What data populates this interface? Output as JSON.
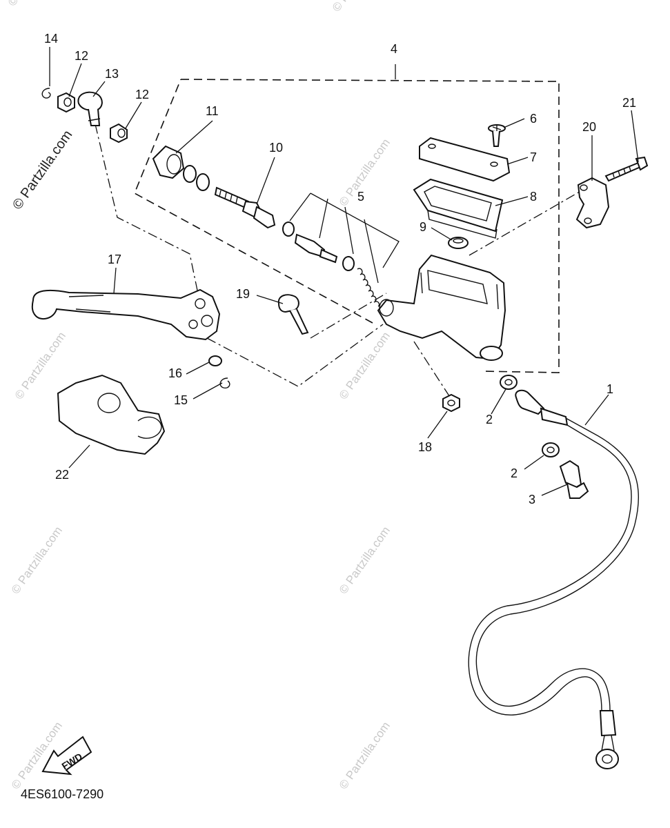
{
  "watermark": {
    "text": "© Partzilla.com",
    "text_short": "© Partzi"
  },
  "diagram_code": "4ES6100-7290",
  "fwd_label": "FWD",
  "callouts": {
    "c1": "1",
    "c2a": "2",
    "c2b": "2",
    "c3": "3",
    "c4": "4",
    "c5": "5",
    "c6": "6",
    "c7": "7",
    "c8": "8",
    "c9": "9",
    "c10": "10",
    "c11": "11",
    "c12a": "12",
    "c12b": "12",
    "c13": "13",
    "c14": "14",
    "c15": "15",
    "c16": "16",
    "c17": "17",
    "c18": "18",
    "c19": "19",
    "c20": "20",
    "c21": "21",
    "c22": "22"
  }
}
